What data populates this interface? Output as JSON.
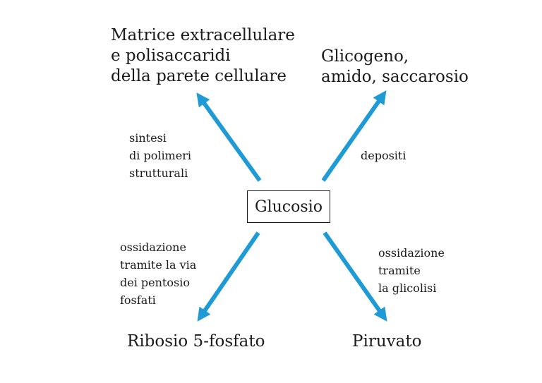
{
  "center": {
    "label": "Glucosio"
  },
  "nodes": {
    "top_left": {
      "lines": [
        "Matrice extracellulare",
        "e polisaccaridi",
        "della parete cellulare"
      ]
    },
    "top_right": {
      "lines": [
        "Glicogeno,",
        "amido, saccarosio"
      ]
    },
    "bottom_left": {
      "lines": [
        "Ribosio 5-fosfato"
      ]
    },
    "bottom_right": {
      "lines": [
        "Piruvato"
      ]
    }
  },
  "edges": {
    "top_left": {
      "lines": [
        "sintesi",
        "di polimeri",
        "strutturali"
      ]
    },
    "top_right": {
      "lines": [
        "depositi"
      ]
    },
    "bottom_left": {
      "lines": [
        "ossidazione",
        "tramite la via",
        "dei pentosio",
        "fosfati"
      ]
    },
    "bottom_right": {
      "lines": [
        "ossidazione",
        "tramite",
        "la glicolisi"
      ]
    }
  },
  "colors": {
    "arrow": "#1e9ad6",
    "text": "#1a1a1a",
    "box_border": "#1a1a1a"
  }
}
